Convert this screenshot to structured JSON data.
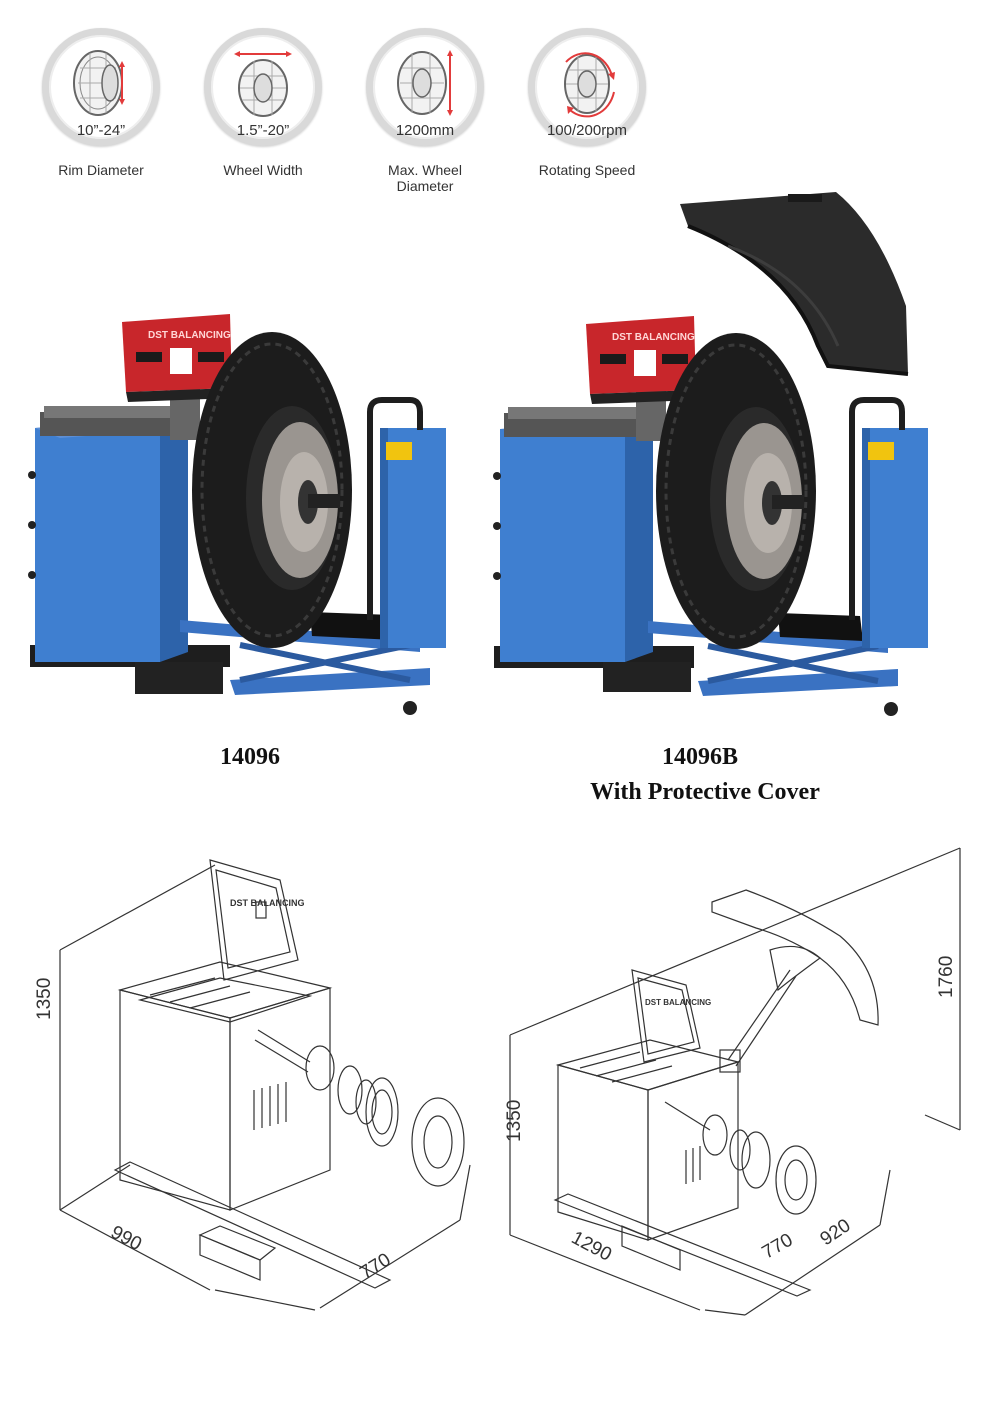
{
  "specs": [
    {
      "value": "10”-24”",
      "label": "Rim Diameter",
      "icon": "tire-rim-icon"
    },
    {
      "value": "1.5”-20”",
      "label": "Wheel Width",
      "icon": "tire-width-icon"
    },
    {
      "value": "1200mm",
      "label": "Max. Wheel Diameter",
      "icon": "tire-diameter-icon"
    },
    {
      "value": "100/200rpm",
      "label": "Rotating Speed",
      "icon": "tire-rotation-icon"
    }
  ],
  "machines": [
    {
      "model": "14096",
      "caption": "",
      "display_text": "DST BALANCING"
    },
    {
      "model": "14096B",
      "caption": "With Protective Cover",
      "display_text": "DST BALANCING"
    }
  ],
  "diagrams": [
    {
      "height": "1350",
      "depth": "990",
      "width": "770"
    },
    {
      "height": "1350",
      "cover_height": "1760",
      "depth": "1290",
      "width": "770",
      "width_cover": "920"
    }
  ],
  "colors": {
    "machine_blue": "#3f7fd0",
    "accent_red": "#e23b3b",
    "display_red": "#c8262b",
    "tire_black": "#1c1c1c"
  }
}
